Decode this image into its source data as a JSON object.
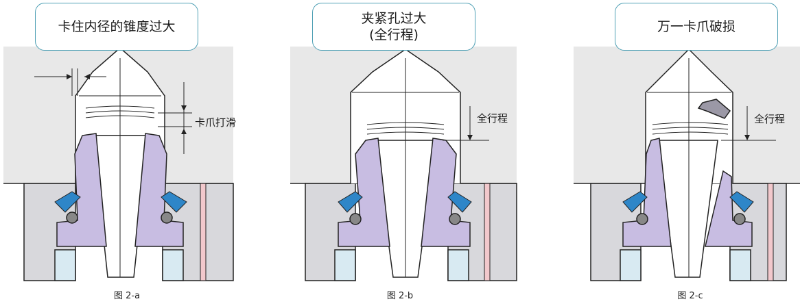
{
  "colors": {
    "background_box": "#e8e8e8",
    "callout_border": "#4d9fb4",
    "jaw": "#c8bde2",
    "seal": "#2e86c8",
    "housing": "#d8d8dc",
    "lightblue": "#d8eaf2",
    "pink": "#f2c8cc",
    "outline": "#222222"
  },
  "figures": [
    {
      "title": "卡住内径的锥度过大",
      "dimension_label": "卡爪打滑",
      "caption": "图 2-a"
    },
    {
      "title": "夹紧孔过大\n(全行程)",
      "dimension_label": "全行程",
      "caption": "图 2-b"
    },
    {
      "title": "万一卡爪破损",
      "dimension_label": "全行程",
      "caption": "图 2-c"
    }
  ]
}
